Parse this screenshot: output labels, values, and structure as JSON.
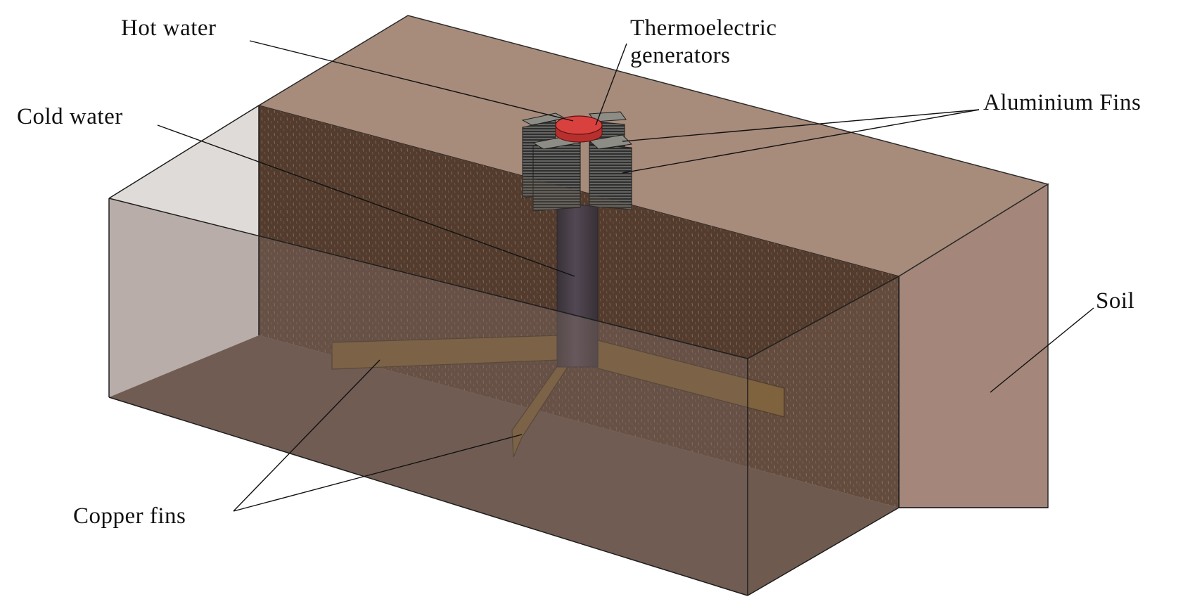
{
  "labels": {
    "hot_water": "Hot water",
    "teg_line1": "Thermoelectric",
    "teg_line2": "generators",
    "aluminium_fins": "Aluminium Fins",
    "cold_water": "Cold water",
    "soil": "Soil",
    "copper_fins": "Copper fins"
  },
  "colors": {
    "soil_top": "#a78b7b",
    "soil_right": "#a4877a",
    "soil_cut": "#4a3325",
    "copper": "#7a5a26",
    "pipe": "#3a3444",
    "tube_cap": "#d9413f",
    "aluminium_fin": "#8d8d86",
    "fin_stack": "#3b3b3b"
  }
}
